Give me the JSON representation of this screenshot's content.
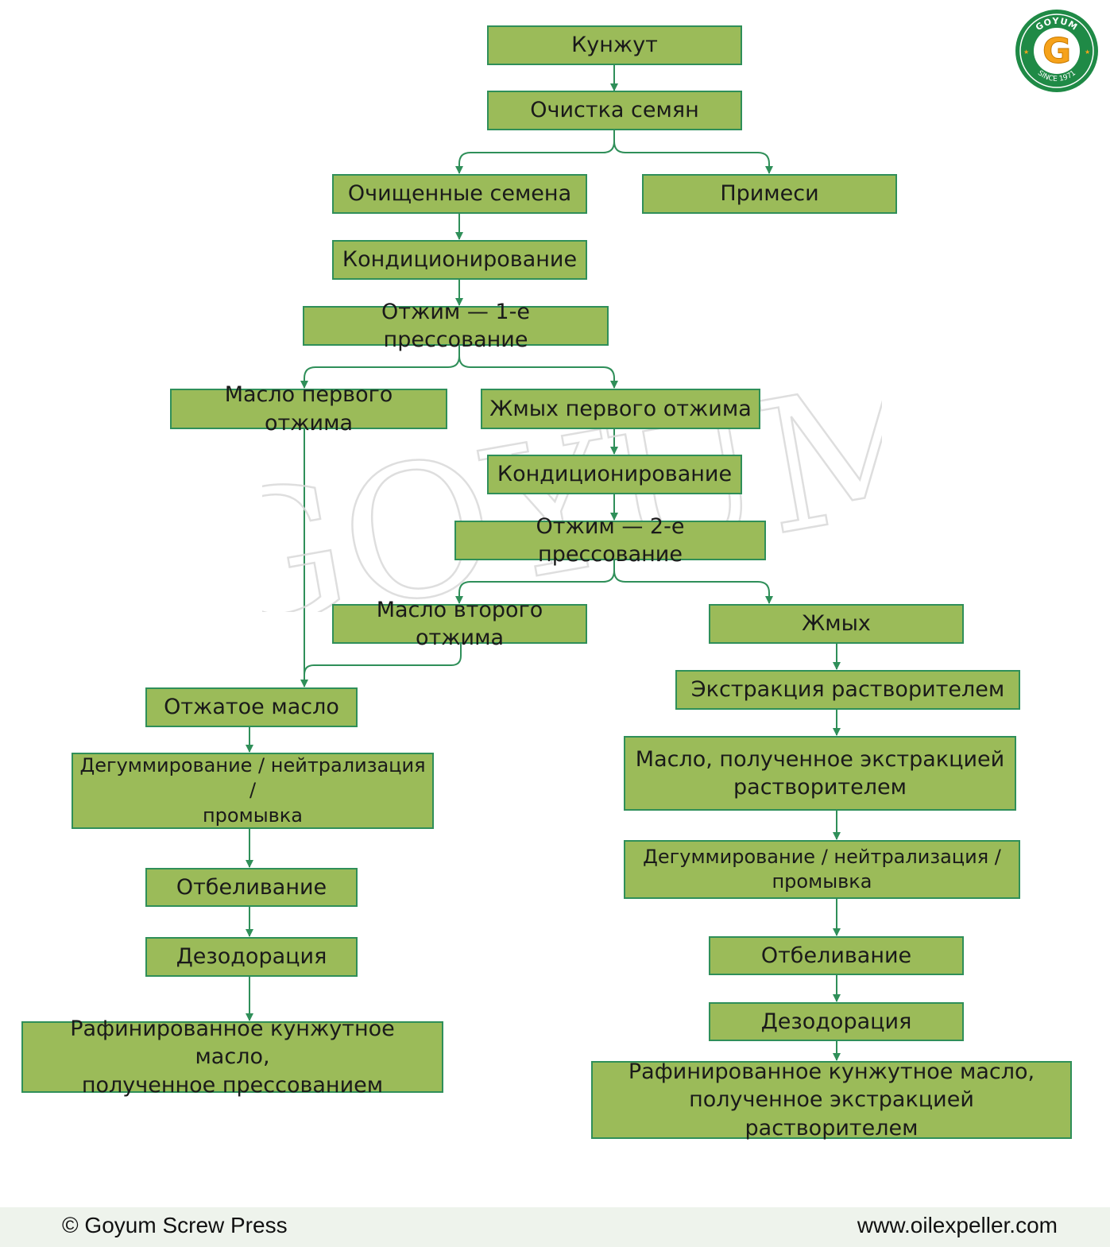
{
  "nodes": {
    "sesame": "Кунжут",
    "seed_cleaning": "Очистка семян",
    "cleaned_seeds": "Очищенные семена",
    "impurities": "Примеси",
    "conditioning_1": "Кондиционирование",
    "pressing_1": "Отжим — 1-е прессование",
    "first_press_oil": "Масло первого отжима",
    "first_press_cake": "Жмых первого отжима",
    "conditioning_2": "Кондиционирование",
    "pressing_2": "Отжим — 2-е прессование",
    "second_press_oil": "Масло второго отжима",
    "cake": "Жмых",
    "pressed_oil": "Отжатое масло",
    "solvent_extraction": "Экстракция растворителем",
    "solvent_oil_line1": "Масло, полученное экстракцией",
    "solvent_oil_line2": "растворителем",
    "degum_left_line1": "Дегуммирование / нейтрализация /",
    "degum_left_line2": "промывка",
    "degum_right_line1": "Дегуммирование / нейтрализация /",
    "degum_right_line2": "промывка",
    "bleach_left": "Отбеливание",
    "bleach_right": "Отбеливание",
    "deodor_left": "Дезодорация",
    "deodor_right": "Дезодорация",
    "refined_pressed_line1": "Рафинированное кунжутное масло,",
    "refined_pressed_line2": "полученное прессованием",
    "refined_solvent_line1": "Рафинированное кунжутное масло,",
    "refined_solvent_line2": "полученное экстракцией растворителем"
  },
  "logo": {
    "top_text": "GOYUM",
    "bottom_text": "SINCE 1971",
    "letter": "G"
  },
  "watermark": "GOYUM",
  "footer": {
    "copyright": "© Goyum Screw Press",
    "website": "www.oilexpeller.com"
  },
  "colors": {
    "box_fill": "#9bbb59",
    "box_border": "#2f8f59",
    "connector": "#2f8f59",
    "logo_green": "#1f8a46",
    "logo_orange": "#f6a21a"
  }
}
